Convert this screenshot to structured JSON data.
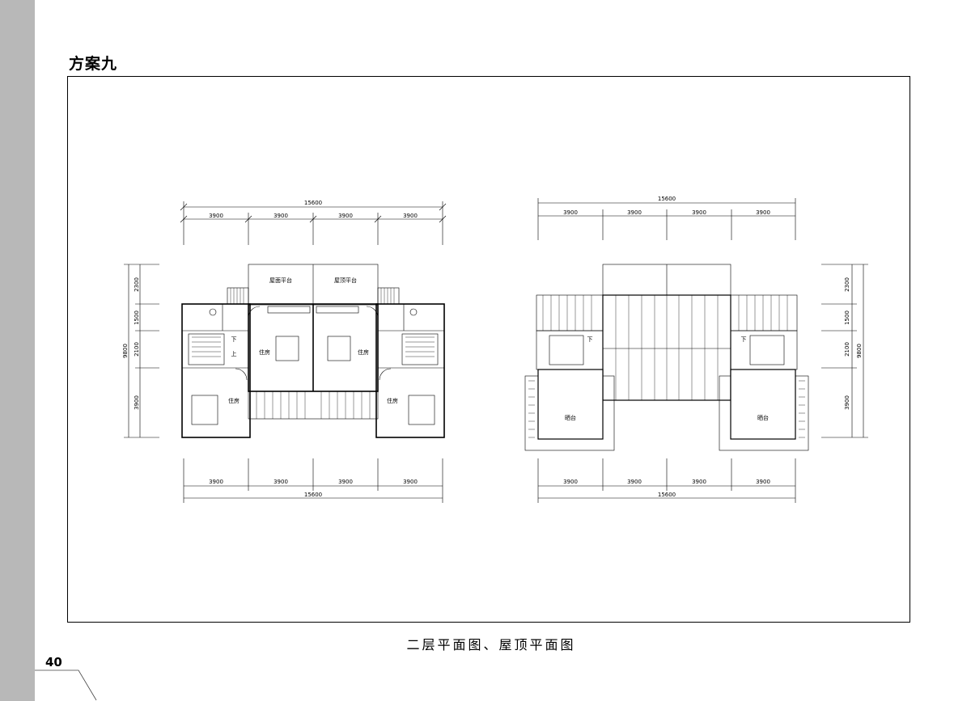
{
  "page": {
    "title": "方案九",
    "caption": "二层平面图、屋顶平面图",
    "page_number": "40"
  },
  "second_floor": {
    "total_width": "15600",
    "bays_top": [
      "3900",
      "3900",
      "3900",
      "3900"
    ],
    "bays_bottom": [
      "3900",
      "3900",
      "3900",
      "3900"
    ],
    "total_width_bottom": "15600",
    "depth_segments": [
      "2300",
      "1500",
      "2100",
      "3900"
    ],
    "total_depth": "9800",
    "terrace_left": "屋面平台",
    "terrace_right": "屋顶平台",
    "room_labels": [
      "住房",
      "住房",
      "住房",
      "住房"
    ],
    "stair_down": "下",
    "stair_up": "上"
  },
  "roof": {
    "total_width": "15600",
    "bays_top": [
      "3900",
      "3900",
      "3900",
      "3900"
    ],
    "bays_bottom": [
      "3900",
      "3900",
      "3900",
      "3900"
    ],
    "total_width_bottom": "15600",
    "depth_segments": [
      "2300",
      "1500",
      "2100",
      "3900"
    ],
    "total_depth": "9800",
    "terrace_left": "晒台",
    "terrace_right": "晒台",
    "stair_down": "下"
  }
}
